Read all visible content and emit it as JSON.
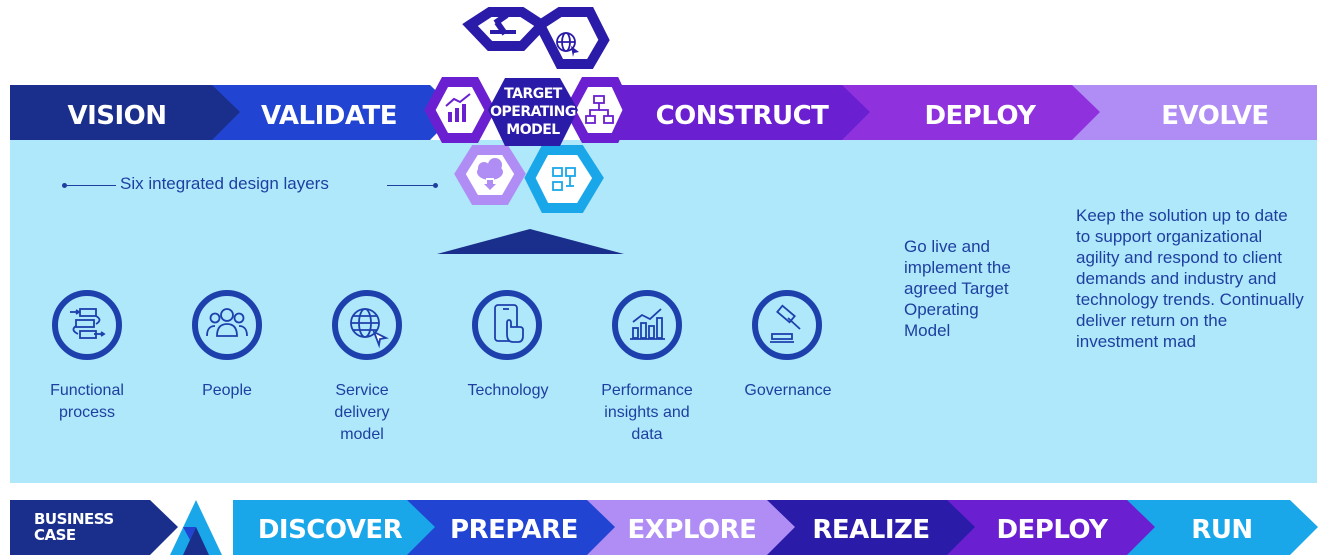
{
  "colors": {
    "dark_navy": "#1a2f8c",
    "royal_blue": "#2144d2",
    "indigo": "#2a1ba8",
    "purple": "#6a1fd0",
    "violet": "#8f31dd",
    "lavender": "#b08df5",
    "sky_blue": "#1aa7ea",
    "light_panel": "#aee8fa",
    "text_blue": "#1e3fa0"
  },
  "top_stages": [
    "VISION",
    "VALIDATE",
    "CONSTRUCT",
    "DEPLOY",
    "EVOLVE"
  ],
  "center_hex": {
    "title_line1": "TARGET",
    "title_line2": "OPERATING",
    "title_line3": "MODEL",
    "icons": [
      "gavel-icon",
      "globe-icon",
      "org-chart-icon",
      "workflow-icon",
      "cloud-download-icon",
      "analytics-icon"
    ]
  },
  "design_layers_label": "Six integrated design layers",
  "layers": [
    {
      "icon": "process-icon",
      "label": "Functional process"
    },
    {
      "icon": "people-icon",
      "label": "People"
    },
    {
      "icon": "globe-cursor-icon",
      "label": "Service delivery model"
    },
    {
      "icon": "tablet-touch-icon",
      "label": "Technology"
    },
    {
      "icon": "bar-chart-icon",
      "label": "Performance insights and data"
    },
    {
      "icon": "gavel-icon",
      "label": "Governance"
    }
  ],
  "deploy_text": "Go live and implement the agreed Target Operating Model",
  "evolve_text": "Keep the solution up to date to support organizational agility and respond to client demands and industry and technology trends. Continually deliver return on the investment mad",
  "bottom": {
    "business_case_line1": "BUSINESS",
    "business_case_line2": "CASE",
    "stages": [
      "DISCOVER",
      "PREPARE",
      "EXPLORE",
      "REALIZE",
      "DEPLOY",
      "RUN"
    ]
  }
}
